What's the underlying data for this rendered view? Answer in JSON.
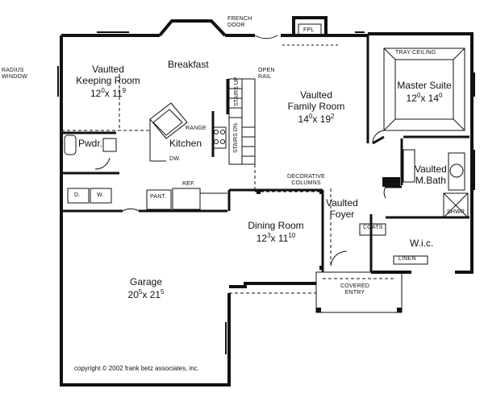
{
  "rooms": {
    "keeping_room": {
      "line1": "Vaulted",
      "line2": "Keeping Room",
      "w": "12",
      "w_in": "0",
      "d": "11",
      "d_in": "9"
    },
    "breakfast": {
      "name": "Breakfast"
    },
    "family_room": {
      "line1": "Vaulted",
      "line2": "Family Room",
      "w": "14",
      "w_in": "0",
      "d": "19",
      "d_in": "2"
    },
    "master_suite": {
      "name": "Master Suite",
      "w": "12",
      "w_in": "0",
      "d": "14",
      "d_in": "0"
    },
    "kitchen": {
      "name": "Kitchen"
    },
    "powder": {
      "name": "Pwdr."
    },
    "master_bath": {
      "line1": "Vaulted",
      "line2": "M.Bath"
    },
    "foyer": {
      "line1": "Vaulted",
      "line2": "Foyer"
    },
    "dining_room": {
      "name": "Dining Room",
      "w": "12",
      "w_in": "3",
      "d": "11",
      "d_in": "10"
    },
    "wic": {
      "name": "W.i.c."
    },
    "garage": {
      "name": "Garage",
      "w": "20",
      "w_in": "5",
      "d": "21",
      "d_in": "5"
    }
  },
  "notes": {
    "radius_window_1": "RADIUS",
    "radius_window_2": "WINDOW",
    "french_door_1": "FRENCH",
    "french_door_2": "DOOR",
    "fpl": "FPL",
    "tray_ceiling": "TRAY CEILING",
    "open_rail_1": "OPEN",
    "open_rail_2": "RAIL",
    "stairs_up": "STAIRS UP",
    "stairs_dn": "STAIRS DN.",
    "range": "RANGE",
    "dw": "DW.",
    "ref": "REF.",
    "pant": "PANT.",
    "d": "D.",
    "w": "W.",
    "decorative_columns_1": "DECORATIVE",
    "decorative_columns_2": "COLUMNS",
    "coats": "COATS",
    "shwr": "SHWR",
    "linen": "LINEN",
    "covered_entry_1": "COVERED",
    "covered_entry_2": "ENTRY"
  },
  "copyright": "copyright  ©  2002 frank betz associates, inc."
}
